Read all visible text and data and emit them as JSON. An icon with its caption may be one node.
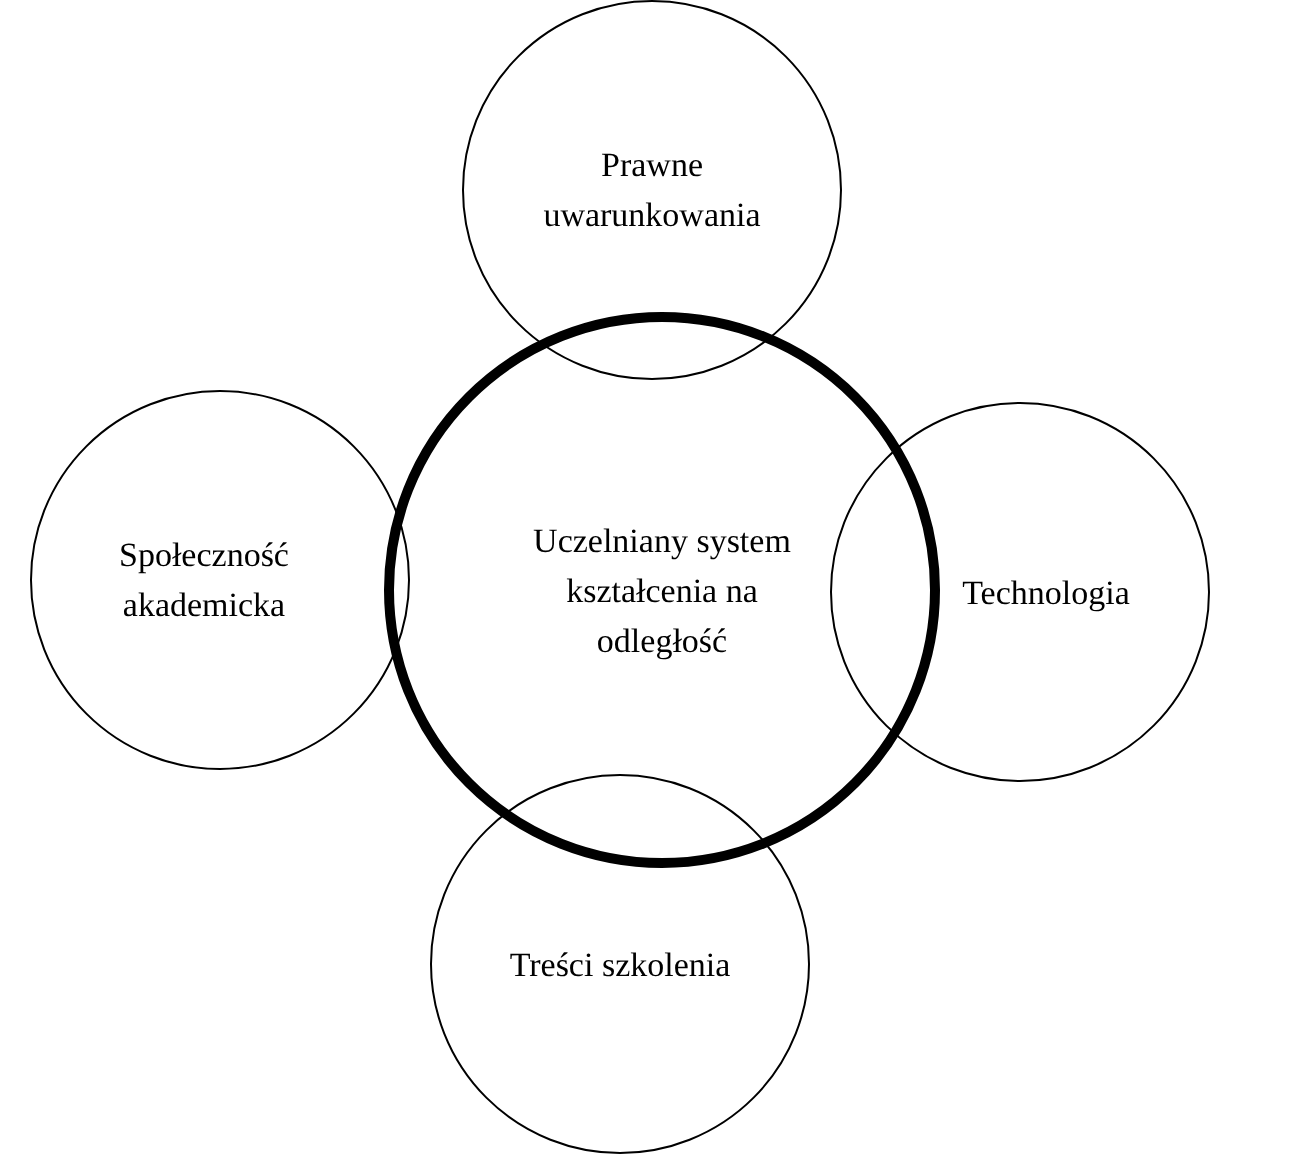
{
  "diagram": {
    "nodes": [
      {
        "text": [
          "Prawne uwarunkowania"
        ]
      },
      {
        "text": [
          "Społeczność akademicka"
        ]
      },
      {
        "text": [
          "Uczelniany system kształcenia na odległość"
        ]
      },
      {
        "text": [
          "Technologia"
        ]
      },
      {
        "text": [
          "Treści szkolenia"
        ]
      }
    ]
  }
}
